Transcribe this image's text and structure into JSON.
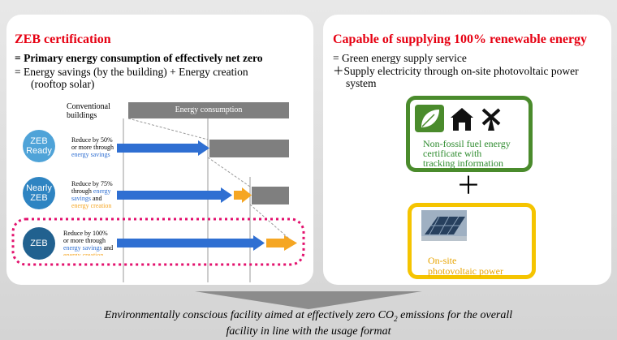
{
  "left": {
    "title": "ZEB certification",
    "line1": "= Primary energy consumption of effectively net zero",
    "line2": "= Energy savings (by the building) + Energy creation",
    "line3": "(rooftop solar)",
    "conventional": [
      "Conventional",
      "buildings"
    ],
    "bar_label": "Energy consumption",
    "rows": [
      {
        "badge": [
          "ZEB",
          "Ready"
        ],
        "text": [
          "Reduce by 50%",
          "or more through"
        ],
        "blue_text": "energy savings",
        "reduction_percent": 50
      },
      {
        "badge": [
          "Nearly",
          "ZEB"
        ],
        "text": [
          "Reduce by 75%",
          "through"
        ],
        "blue_text": [
          "energy",
          "savings"
        ],
        "and_text": "and",
        "orange_text": "energy creation",
        "reduction_percent": 75
      },
      {
        "badge": [
          "ZEB"
        ],
        "text": [
          "Reduce by 100%",
          "or more through"
        ],
        "blue_text": "energy savings",
        "and_text": "and",
        "orange_text": "energy creation",
        "reduction_percent": 100
      }
    ]
  },
  "right": {
    "title": "Capable of supplying 100% renewable energy",
    "line1": "= Green energy supply service",
    "line2": "＋Supply electricity through on-site photovoltaic power",
    "line3": "system",
    "green_box": [
      "Non-fossil fuel energy",
      "certificate with",
      "tracking information"
    ],
    "plus": "＋",
    "yellow_box": [
      "On-site",
      "photovoltaic power"
    ]
  },
  "bottom": {
    "line1_pre": "Environmentally conscious facility aimed at effectively zero CO",
    "line1_sub": "2",
    "line1_post": " emissions for the overall",
    "line2": "facility in line with the usage format"
  },
  "colors": {
    "title_red": "#e60012",
    "badge_light": "#4fa3d8",
    "badge_mid": "#2e84c2",
    "badge_dark": "#21618f",
    "arrow_blue": "#2f6fd2",
    "arrow_orange": "#f5a623",
    "bar_grey": "#7f7f7f",
    "dotted_pink": "#e3126e",
    "green_frame": "#4a8b2c",
    "yellow_frame": "#f5c400"
  }
}
